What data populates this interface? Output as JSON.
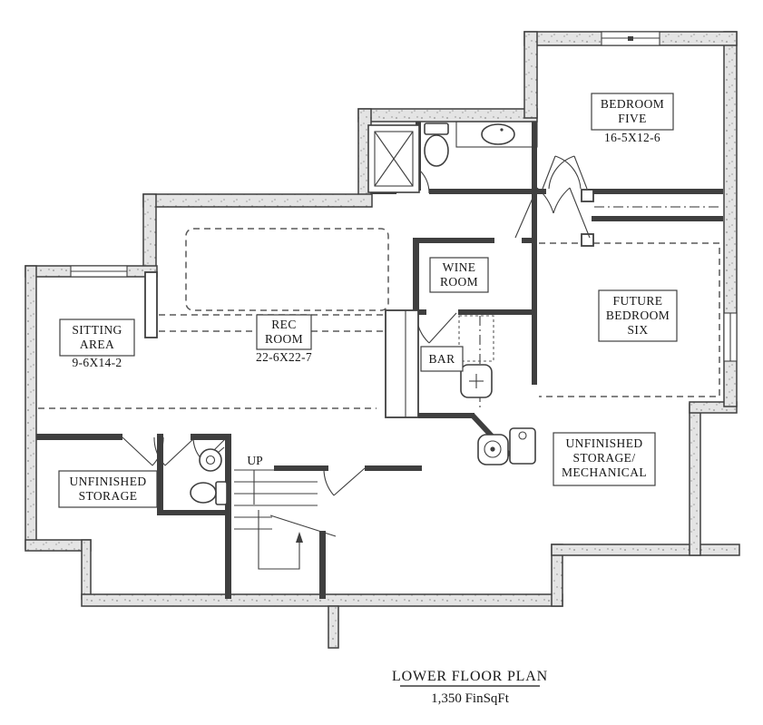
{
  "title": {
    "main": "LOWER FLOOR PLAN",
    "area": "1,350 FinSqFt"
  },
  "rooms": {
    "bedroom_five": {
      "label": [
        "BEDROOM",
        "FIVE"
      ],
      "dims": "16-5X12-6"
    },
    "sitting_area": {
      "label": [
        "SITTING",
        "AREA"
      ],
      "dims": "9-6X14-2"
    },
    "rec_room": {
      "label": [
        "REC",
        "ROOM"
      ],
      "dims": "22-6X22-7"
    },
    "wine_room": {
      "label": [
        "WINE",
        "ROOM"
      ]
    },
    "bar": {
      "label": [
        "BAR"
      ]
    },
    "future_bedroom_six": {
      "label": [
        "FUTURE",
        "BEDROOM",
        "SIX"
      ]
    },
    "unfinished_storage": {
      "label": [
        "UNFINISHED",
        "STORAGE"
      ]
    },
    "unfinished_storage_mechanical": {
      "label": [
        "UNFINISHED",
        "STORAGE/",
        "MECHANICAL"
      ]
    }
  },
  "stairs": {
    "direction_label": "UP"
  },
  "fixtures": [
    "shower",
    "toilet",
    "vanity-sink",
    "powder-sink",
    "powder-toilet",
    "bar-sink",
    "sump-pump",
    "water-heater"
  ],
  "colors": {
    "wall_line": "#3f3f3f",
    "dashed_line": "#5a5a5a",
    "text": "#161616",
    "background": "#ffffff"
  }
}
